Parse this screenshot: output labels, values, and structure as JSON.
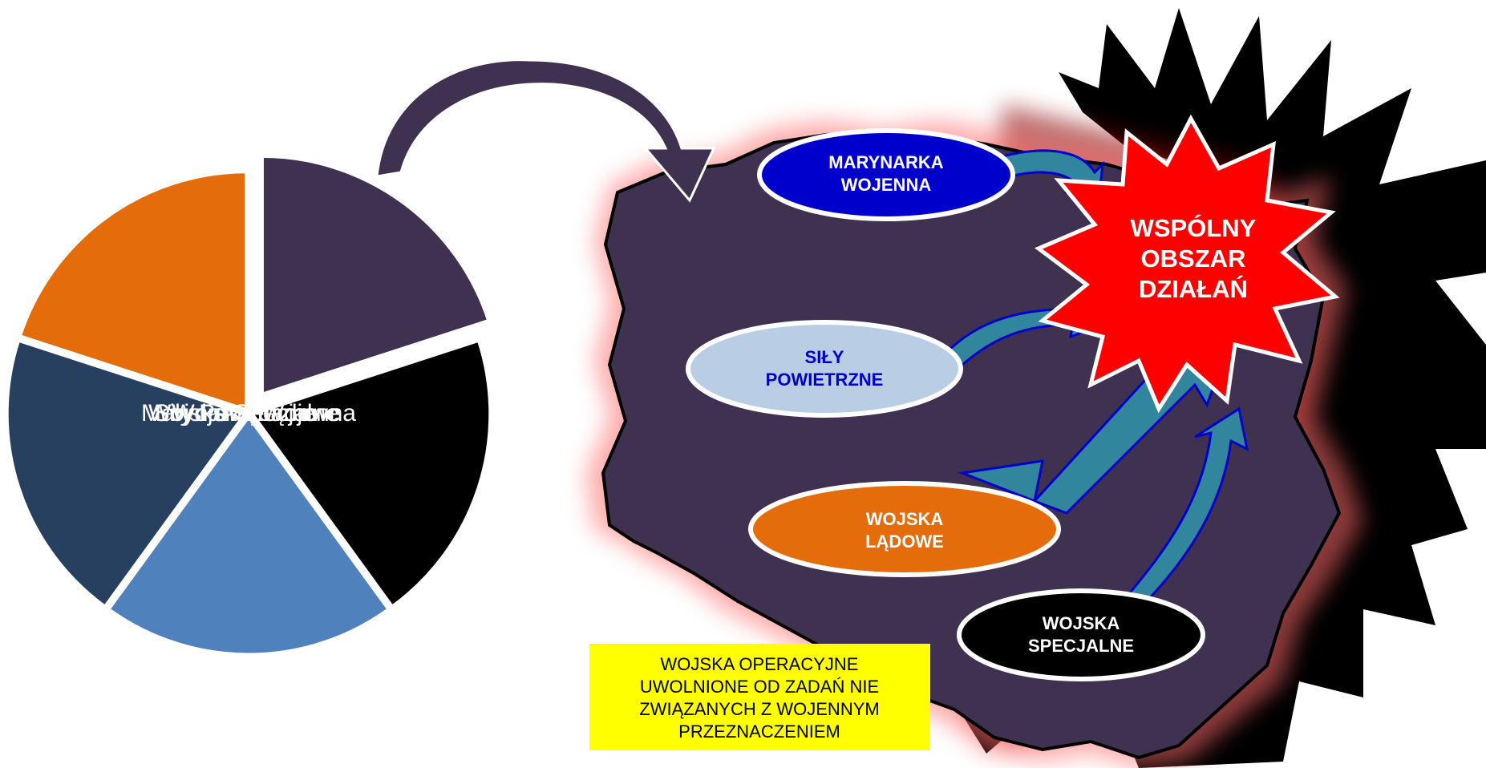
{
  "pie": {
    "slices": [
      {
        "label": "Marynarka Wojenna",
        "value": 1,
        "color": "#3f3150"
      },
      {
        "label": "Siły Powietrzne",
        "value": 1,
        "color": "#000000"
      },
      {
        "label": "Wojska Lądowe",
        "value": 1,
        "color": "#4f81bd"
      },
      {
        "label": "Wojska Specjalne",
        "value": 1,
        "color": "#27405f"
      },
      {
        "label": "",
        "value": 1,
        "color": "#e46c0a"
      }
    ]
  },
  "ovals": {
    "marynarka": {
      "line1": "MARYNARKA",
      "line2": "WOJENNA",
      "fill": "#0000cc",
      "text_color": "#ffffff"
    },
    "sily": {
      "line1": "SIŁY",
      "line2": "POWIETRZNE",
      "fill": "#b9cde5",
      "text_color": "#0000cc"
    },
    "ladowe": {
      "line1": "WOJSKA",
      "line2": "LĄDOWE",
      "fill": "#e46c0a",
      "text_color": "#ffffff"
    },
    "specjalne": {
      "line1": "WOJSKA",
      "line2": "SPECJALNE",
      "fill": "#000000",
      "text_color": "#ffffff"
    }
  },
  "burst": {
    "line1": "WSPÓLNY",
    "line2": "OBSZAR",
    "line3": "DZIAŁAŃ",
    "fill": "#ff0000"
  },
  "note": {
    "line1": "WOJSKA OPERACYJNE",
    "line2": "UWOLNIONE OD ZADAŃ NIE",
    "line3": "ZWIĄZANYCH Z WOJENNYM",
    "line4": "PRZEZNACZENIEM",
    "fill": "#ffff00"
  },
  "colors": {
    "map_fill": "#3f3150",
    "glow": "#ff9a9a",
    "arrow_fill": "#31859c",
    "arrow_stroke": "#0000cc"
  }
}
